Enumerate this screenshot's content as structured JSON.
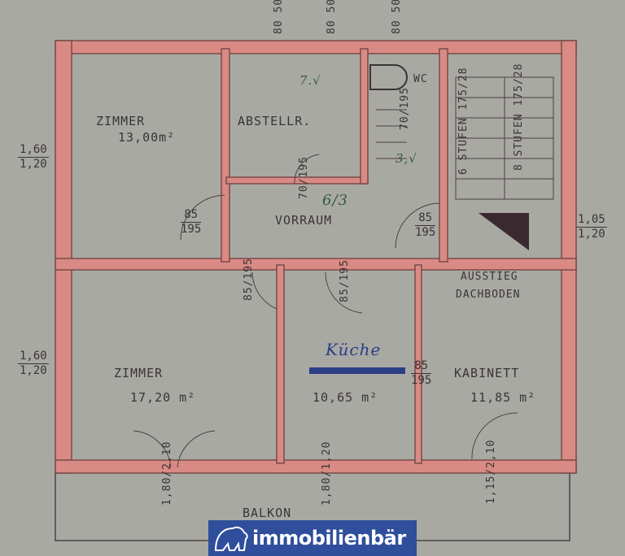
{
  "colors": {
    "paper": "#a9a9a3",
    "wall": "#d98a84",
    "wall_edge": "#7b4b48",
    "ink": "#3a3436",
    "green_ink": "#2f5a3f",
    "blue_ink": "#2b3e86",
    "logo_bg": "#2f4f9c"
  },
  "rooms": {
    "zimmer_top": {
      "name": "ZIMMER",
      "area": "13,00m²"
    },
    "abstellraum": {
      "name": "ABSTELLR."
    },
    "wc": {
      "name": "WC"
    },
    "vorraum": {
      "name": "VORRAUM",
      "note": "6/3"
    },
    "zimmer_bottom": {
      "name": "ZIMMER",
      "area": "17,20 m²"
    },
    "kueche": {
      "name": "Küche",
      "area": "10,65 m²"
    },
    "kabinett": {
      "name": "KABINETT",
      "area": "11,85 m²"
    },
    "balkon": {
      "name": "BALKON"
    },
    "dachboden": {
      "line1": "AUSSTIEG",
      "line2": "DACHBODEN"
    }
  },
  "notes": {
    "n1": "7.√",
    "n2": "3,√"
  },
  "stairs": [
    {
      "label": "6 STUFEN",
      "dim": "175/28"
    },
    {
      "label": "8 STUFEN",
      "dim": "175/28"
    }
  ],
  "dimensions": {
    "top_windows": [
      {
        "a": "80",
        "b": "50"
      },
      {
        "a": "80",
        "b": "50"
      },
      {
        "a": "80",
        "b": "50"
      }
    ],
    "wc_door": {
      "a": "70",
      "b": "195"
    },
    "abstellr_door": {
      "a": "70",
      "b": "195"
    },
    "zimmer_top_door": {
      "a": "85",
      "b": "195"
    },
    "stair_door": {
      "a": "85",
      "b": "195"
    },
    "zimmer_bottom_door": {
      "a": "85",
      "b": "195"
    },
    "kueche_door": {
      "a": "85",
      "b": "195"
    },
    "kabinett_door": {
      "a": "85",
      "b": "195"
    },
    "window_left_top": {
      "a": "1,60",
      "b": "1,20"
    },
    "window_left_bottom": {
      "a": "1,60",
      "b": "1,20"
    },
    "window_right": {
      "a": "1,05",
      "b": "1,20"
    },
    "balkon_door_zimmer": {
      "a": "1,80",
      "b": "2,10"
    },
    "balkon_window_kueche": {
      "a": "1,80",
      "b": "1,20"
    },
    "balkon_door_kabinett": {
      "a": "1,15",
      "b": "2,10"
    }
  },
  "logo": {
    "text": "immobilienbär"
  }
}
